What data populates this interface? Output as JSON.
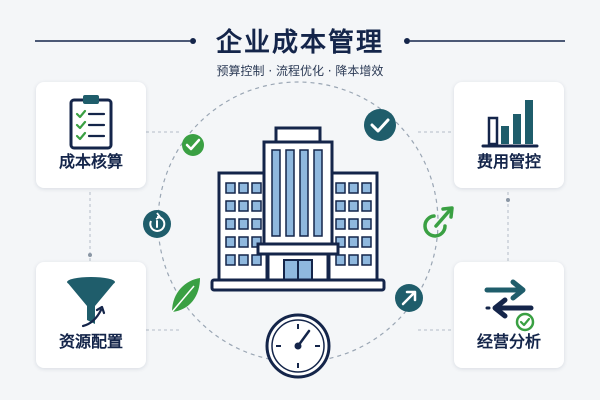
{
  "header": {
    "title": "企业成本管理",
    "subtitle": "预算控制 · 流程优化 · 降本增效"
  },
  "cards": [
    {
      "label": "成本核算",
      "icon": "clipboard-checklist-icon"
    },
    {
      "label": "资源配置",
      "icon": "funnel-arrow-icon"
    },
    {
      "label": "费用管控",
      "icon": "bar-chart-icon"
    },
    {
      "label": "经营分析",
      "icon": "exchange-arrows-icon"
    }
  ],
  "center": {
    "icon": "office-building-icon"
  },
  "orbit_icons": [
    "check-circle-icon",
    "arrow-up-right-icon",
    "gauge-icon",
    "leaf-icon",
    "refresh-cycle-icon",
    "growth-arrow-icon"
  ],
  "colors": {
    "navy": "#14254a",
    "teal": "#1f5d6b",
    "green": "#3aa043",
    "glass": "#8fb8de",
    "background": "#f4f6f8"
  }
}
